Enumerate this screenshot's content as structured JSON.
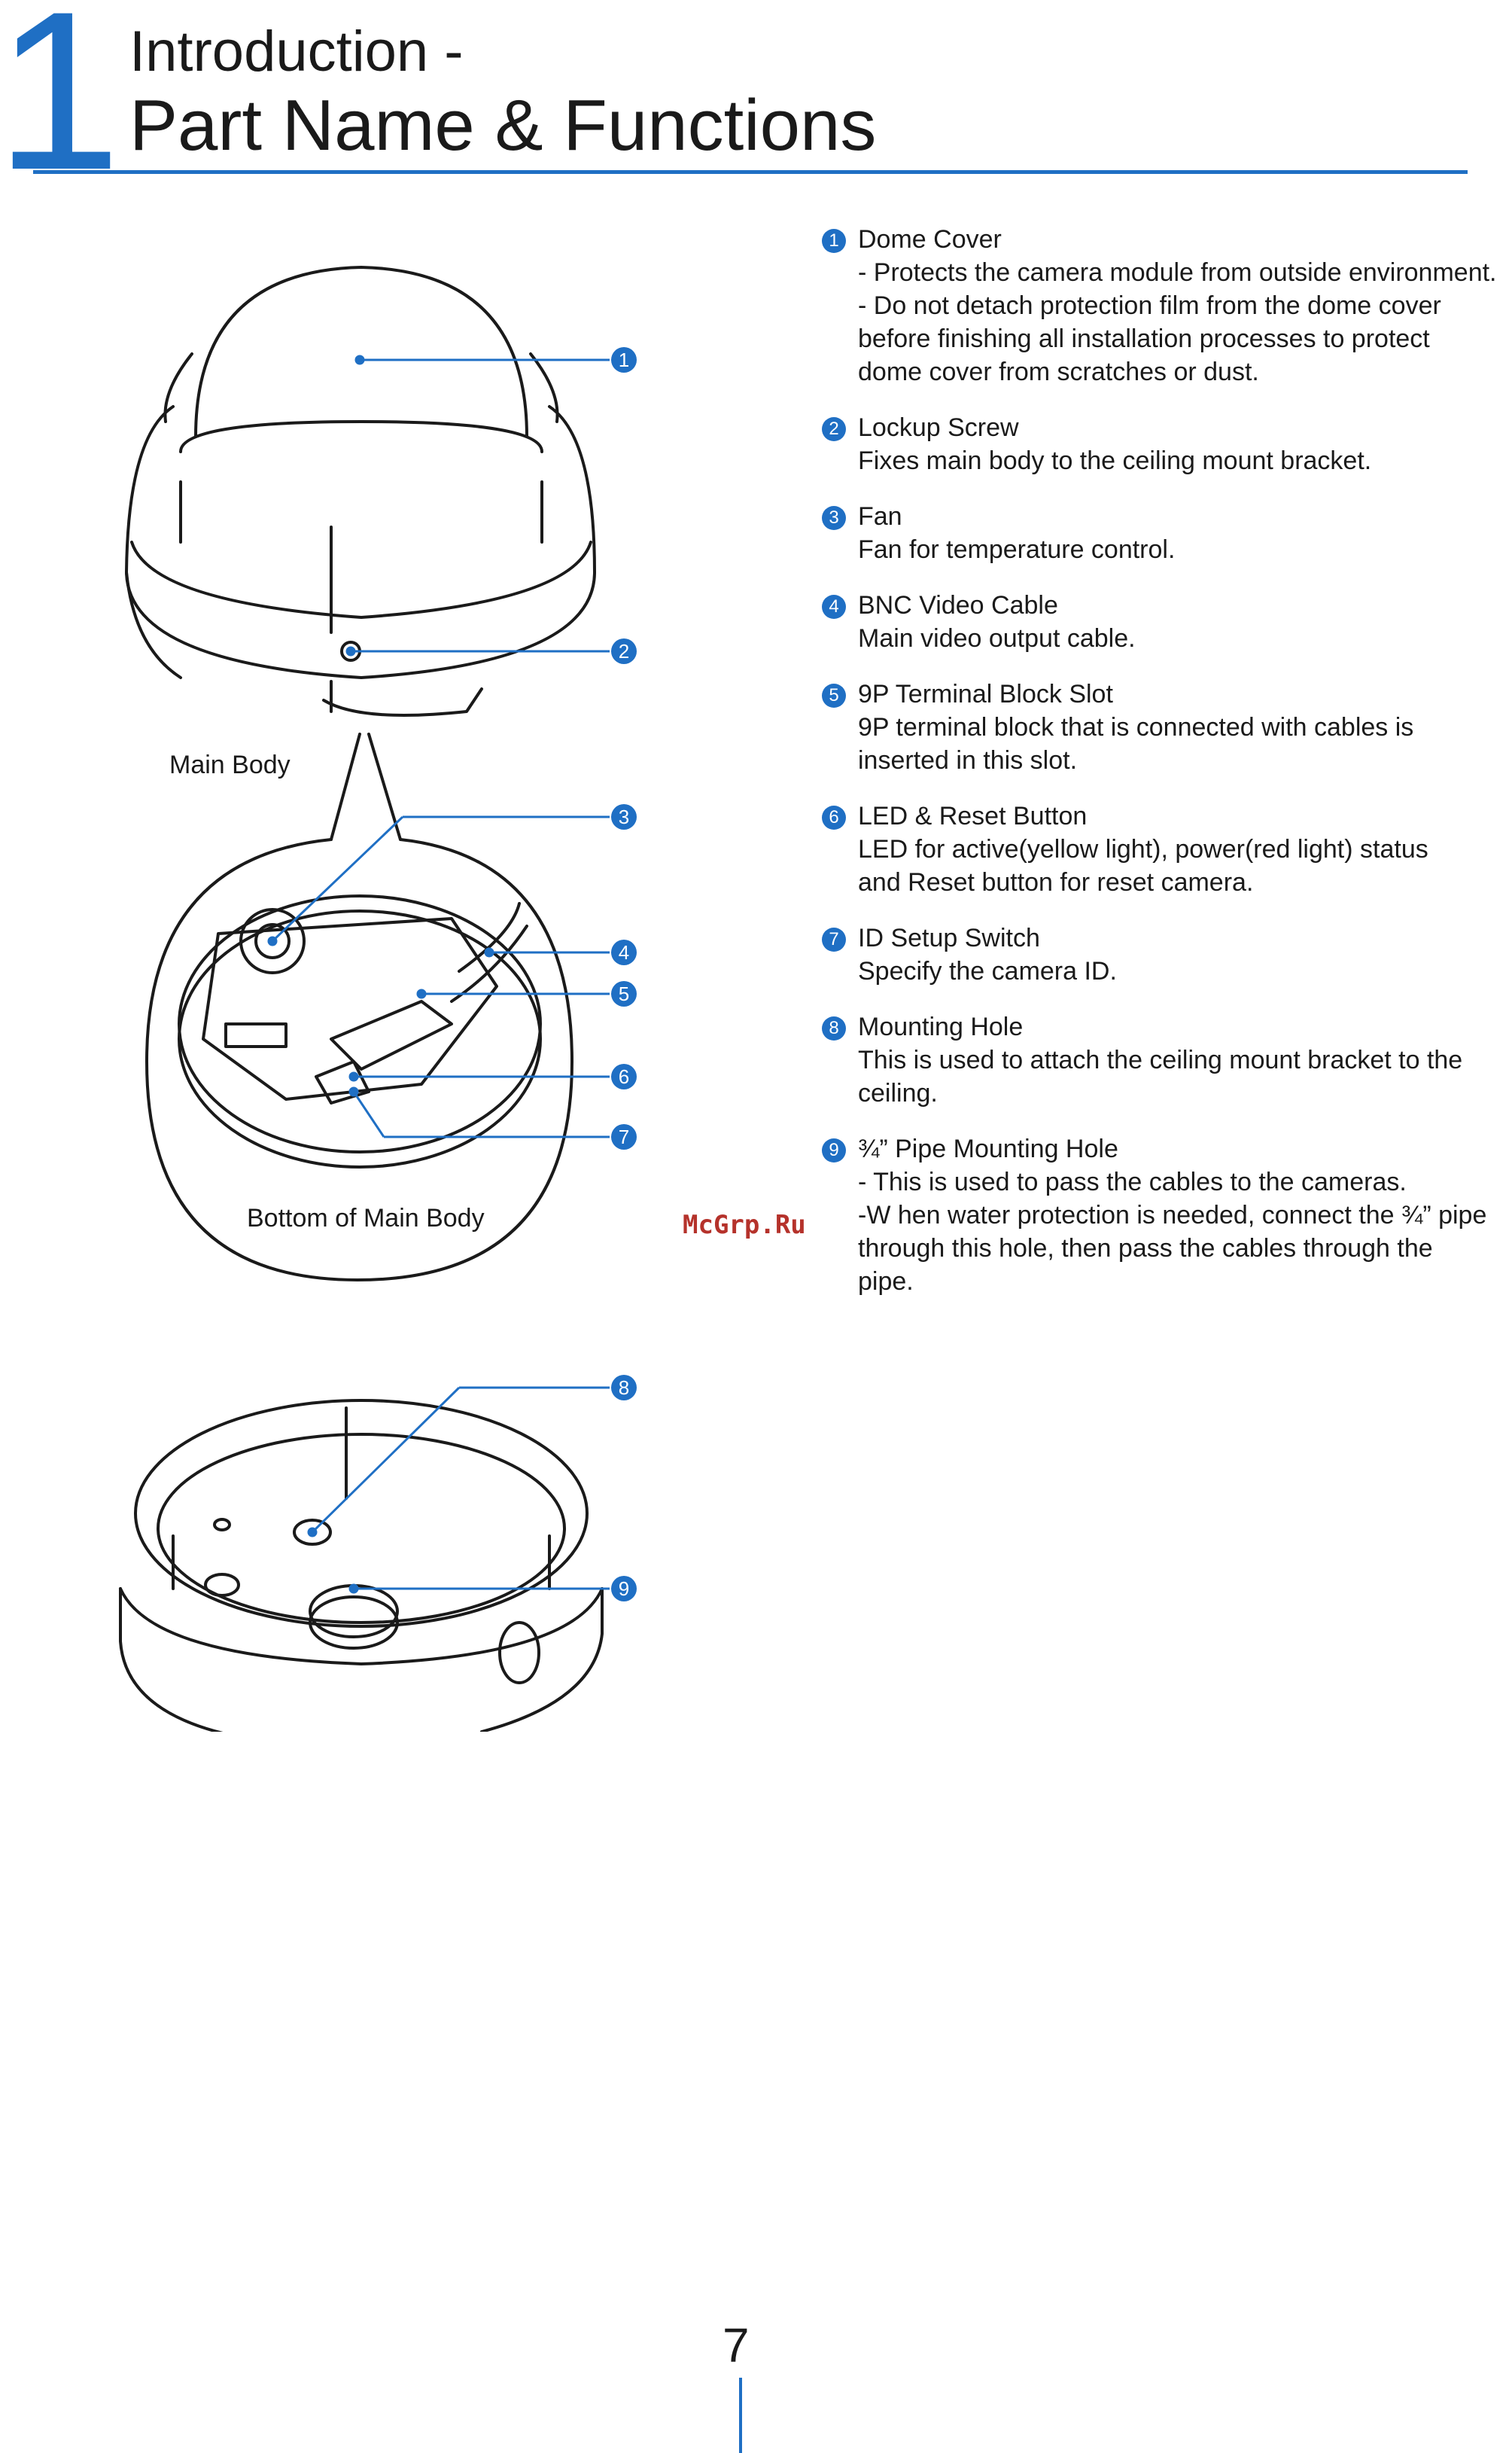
{
  "header": {
    "chapter_number": "1",
    "title_line1": "Introduction -",
    "title_line2": "Part Name & Functions"
  },
  "diagram": {
    "main_body_label": "Main Body",
    "bottom_label": "Bottom of Main Body",
    "callouts": [
      "1",
      "2",
      "3",
      "4",
      "5",
      "6",
      "7",
      "8",
      "9"
    ]
  },
  "parts": [
    {
      "number": "1",
      "name": "Dome Cover",
      "description": "- Protects the camera module from outside environment.\n- Do not detach protection film from the dome cover\n   before finishing all installation processes to protect\n   dome cover from scratches or dust."
    },
    {
      "number": "2",
      "name": "Lockup Screw",
      "description": "Fixes main body to the ceiling mount bracket."
    },
    {
      "number": "3",
      "name": "Fan",
      "description": "Fan for temperature control."
    },
    {
      "number": "4",
      "name": "BNC Video Cable",
      "description": "Main video output cable."
    },
    {
      "number": "5",
      "name": "9P Terminal Block Slot",
      "description": "9P terminal block that is connected with cables is\ninserted in this slot."
    },
    {
      "number": "6",
      "name": "LED & Reset Button",
      "description": "LED for active(yellow light), power(red light) status\nand Reset button for reset camera."
    },
    {
      "number": "7",
      "name": "ID Setup Switch",
      "description": "Specify the camera ID."
    },
    {
      "number": "8",
      "name": "Mounting Hole",
      "description": "This is used to attach the ceiling mount bracket to the\nceiling."
    },
    {
      "number": "9",
      "name": "¾” Pipe Mounting Hole",
      "description": "- This is used to pass the cables to the cameras.\n-W hen water protection is needed, connect the ¾” pipe\n   through this hole, then pass the cables through the\n   pipe."
    }
  ],
  "watermark": "McGrp.Ru",
  "page_number": "7",
  "colors": {
    "accent": "#1f6fc4",
    "watermark": "#b5322b"
  }
}
